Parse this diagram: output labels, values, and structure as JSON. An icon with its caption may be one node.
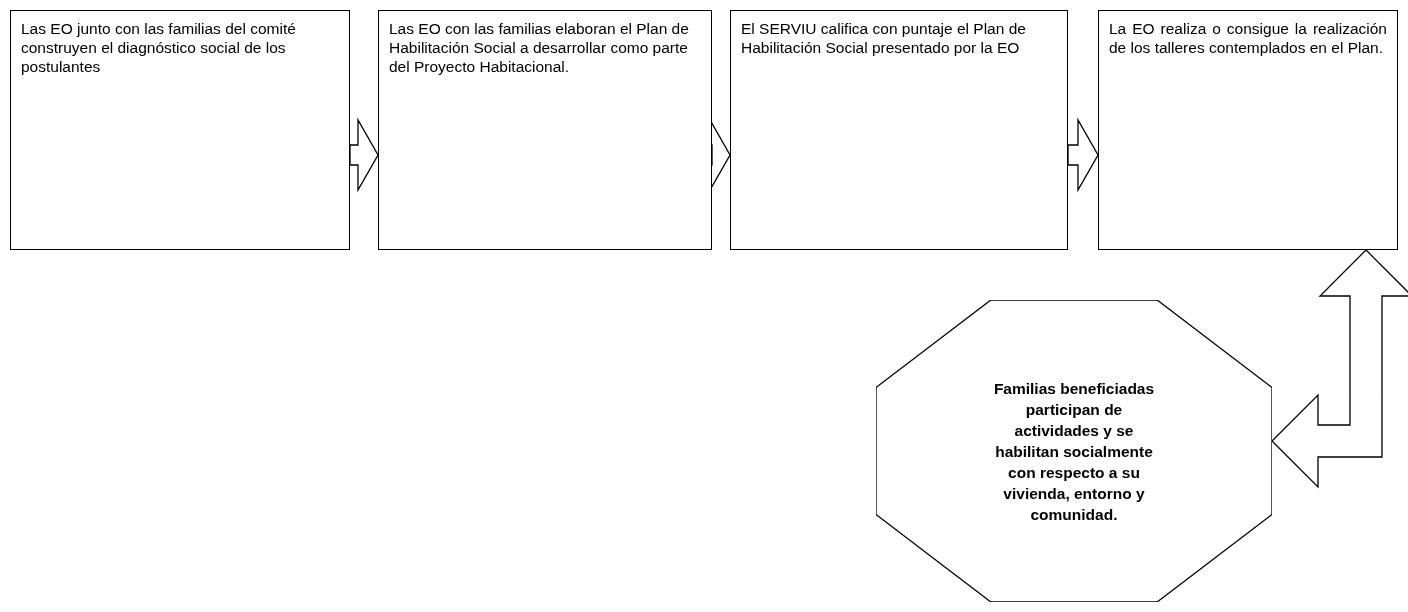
{
  "diagram": {
    "nodes": [
      {
        "text": [
          "Las EO  junto con las familias del comité construyen el diagnóstico social de los postulantes"
        ]
      },
      {
        "text": [
          "Las EO con las familias elaboran el Plan de Habilitación Social a desarrollar como parte del Proyecto Habitacional."
        ]
      },
      {
        "text": [
          "El SERVIU califica con puntaje el Plan de Habilitación Social presentado por la EO"
        ]
      },
      {
        "text": [
          "La EO realiza o consigue la realización de los talleres contemplados en el Plan."
        ]
      },
      {
        "text": [
          "Familias beneficiadas participan de actividades y se habilitan  socialmente con respecto a su vivienda, entorno y comunidad."
        ]
      }
    ],
    "edges": [
      {
        "from": 0,
        "to": 1,
        "arrow": "to"
      },
      {
        "from": 1,
        "to": 2,
        "arrow": "to"
      },
      {
        "from": 2,
        "to": 3,
        "arrow": "to"
      },
      {
        "from": 4,
        "to": 3,
        "arrow": "both"
      }
    ]
  }
}
